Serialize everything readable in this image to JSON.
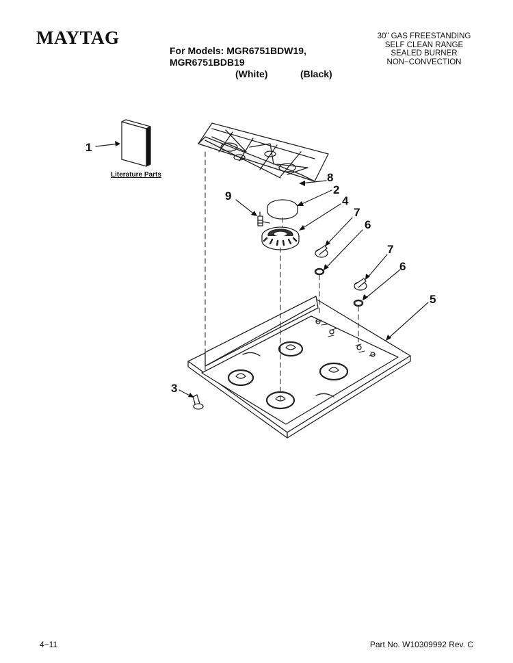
{
  "header": {
    "brand": "MAYTAG",
    "models_line": "For Models: MGR6751BDW19, MGR6751BDB19",
    "color_white": "(White)",
    "color_black": "(Black)",
    "description": [
      "30\" GAS FREESTANDING",
      "SELF CLEAN RANGE",
      "SEALED BURNER",
      "NON−CONVECTION"
    ]
  },
  "diagram": {
    "literature_label": "Literature Parts",
    "callouts": [
      "1",
      "2",
      "3",
      "4",
      "5",
      "6",
      "6",
      "7",
      "7",
      "8",
      "9"
    ]
  },
  "footer": {
    "page": "4−11",
    "part_no": "Part No. W10309992 Rev. C"
  }
}
